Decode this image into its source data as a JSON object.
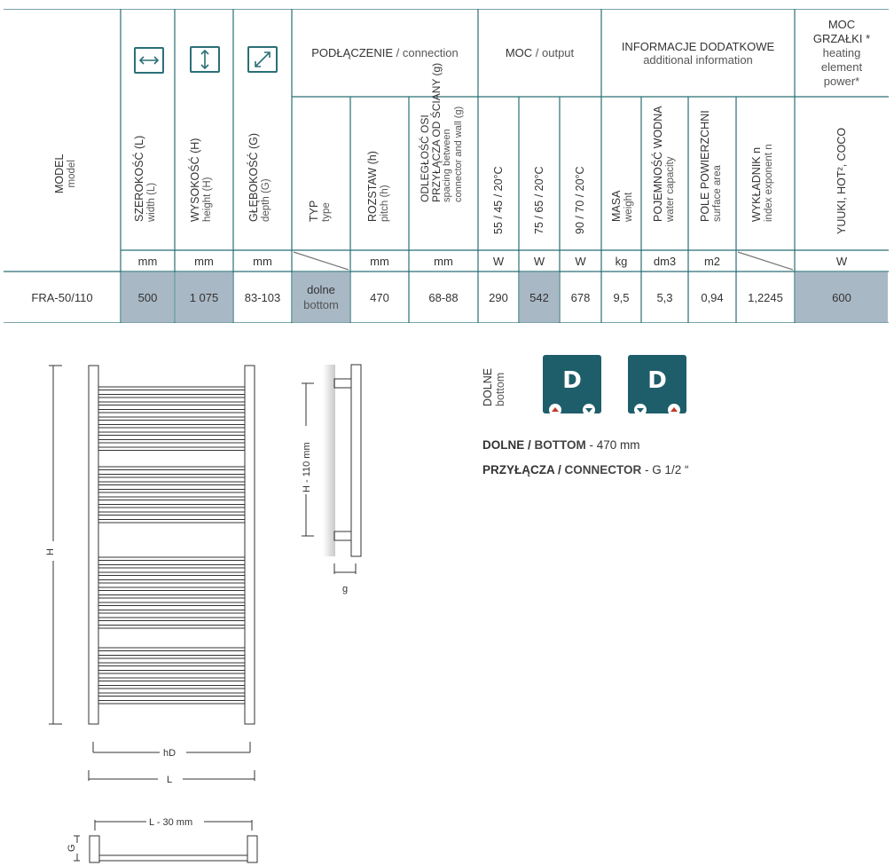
{
  "table": {
    "model_header": {
      "pl": "MODEL",
      "en": "model"
    },
    "col_width": {
      "pl": "SZEROKOŚĆ (L)",
      "en": "width (L)",
      "unit": "mm",
      "icon": "horizontal-arrows-icon"
    },
    "col_height": {
      "pl": "WYSOKOŚĆ (H)",
      "en": "height (H)",
      "unit": "mm",
      "icon": "vertical-arrows-icon"
    },
    "col_depth": {
      "pl": "GŁĘBOKOŚĆ (G)",
      "en": "depth (G)",
      "unit": "mm",
      "icon": "diagonal-arrows-icon"
    },
    "group_connection": {
      "pl": "PODŁĄCZENIE",
      "en": " / connection"
    },
    "group_output": {
      "pl": "MOC",
      "en": " / output"
    },
    "group_info": {
      "pl": "INFORMACJE DODATKOWE",
      "en": "additional information"
    },
    "group_heating": {
      "pl1": "MOC",
      "pl2": "GRZAŁKI",
      "star": " *",
      "en1": "heating",
      "en2": "element",
      "en3": "power*"
    },
    "col_type": {
      "pl": "TYP",
      "en": "type"
    },
    "col_pitch": {
      "pl": "ROZSTAW (h)",
      "en": "pitch (h)",
      "unit": "mm"
    },
    "col_spacing": {
      "pl1": "ODLEGŁOŚĆ OSI",
      "pl2": "PRZYŁĄCZA OD ŚCIANY (g)",
      "en1": "spacing between",
      "en2": "connector and wall (g)",
      "unit": "mm"
    },
    "col_55": {
      "pl": "55 / 45 / 20°C",
      "unit": "W"
    },
    "col_75": {
      "pl": "75 / 65 / 20°C",
      "unit": "W"
    },
    "col_90": {
      "pl": "90 / 70 / 20°C",
      "unit": "W"
    },
    "col_mass": {
      "pl": "MASA",
      "en": "weight",
      "unit": "kg"
    },
    "col_water": {
      "pl": "POJEMNOŚĆ WODNA",
      "en": "water capacity",
      "unit": "dm3"
    },
    "col_surface": {
      "pl": "POLE POWIERZCHNI",
      "en": "surface area",
      "unit": "m2"
    },
    "col_exponent": {
      "pl": "WYKŁADNIK n",
      "en": "index exponent n"
    },
    "col_heater": {
      "pl": "YUUKI, HOT², COCO",
      "unit": "W"
    },
    "row": {
      "model": "FRA-50/110",
      "width": "500",
      "height": "1 075",
      "depth": "83-103",
      "type_pl": "dolne",
      "type_en": "bottom",
      "pitch": "470",
      "spacing": "68-88",
      "p55": "290",
      "p75": "542",
      "p90": "678",
      "mass": "9,5",
      "water": "5,3",
      "surface": "0,94",
      "exponent": "1,2245",
      "heater": "600"
    }
  },
  "drawing": {
    "height_label": "H",
    "hd_label": "hD",
    "l_label": "L",
    "pitch_label": "H - 110 mm",
    "g_label": "g",
    "l30_label": "L - 30 mm",
    "G_label": "G"
  },
  "connection": {
    "vertical_pl": "DOLNE",
    "vertical_en": "bottom",
    "card_letter_1": "D",
    "card_letter_2": "D",
    "line1_pl": "DOLNE / ",
    "line1_en": "BOTTOM",
    "line1_value": " - 470 mm",
    "line2_pl": "PRZYŁĄCZA / ",
    "line2_en": "CONNECTOR",
    "line2_value": " - G 1/2 “"
  },
  "colors": {
    "highlight": "#a9b8c5",
    "teal": "#1e5e6a",
    "border": "#2b6f76",
    "red_dot": "#c0392b"
  }
}
